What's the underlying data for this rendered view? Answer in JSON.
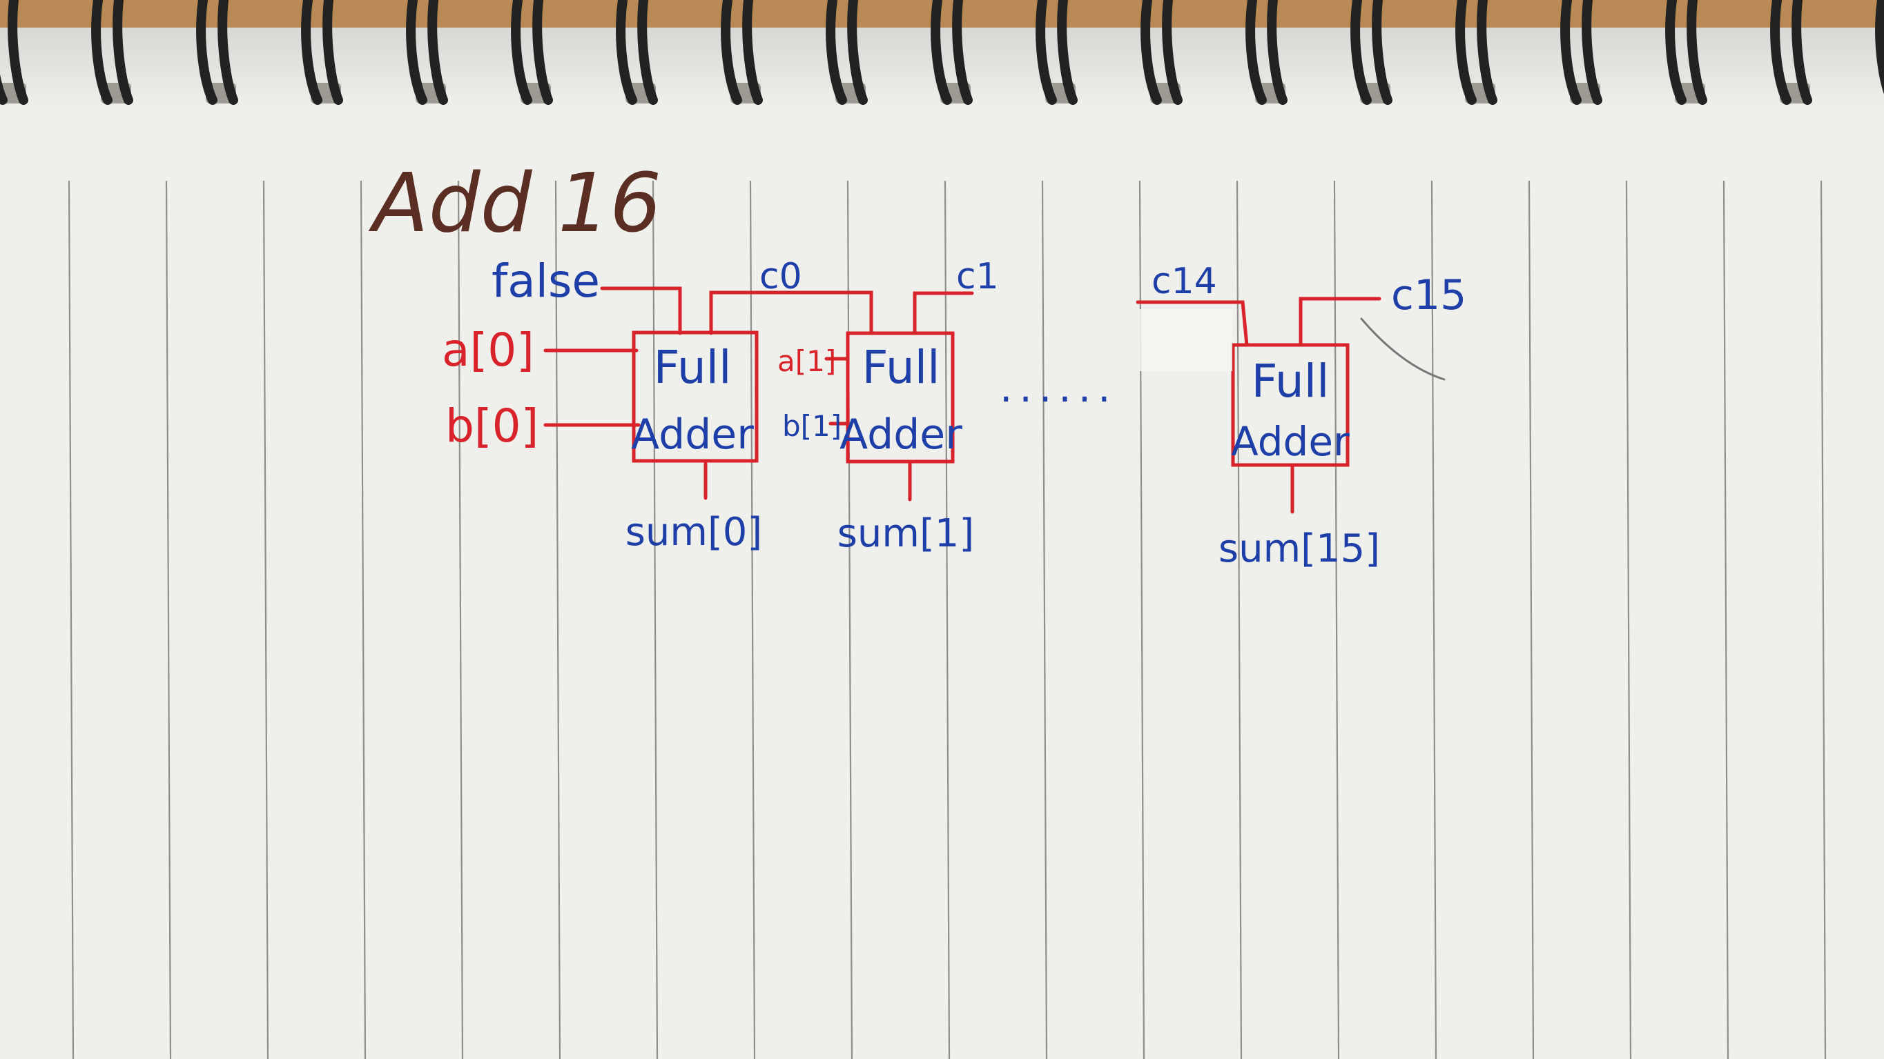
{
  "title": "Add 16",
  "colors": {
    "paper": "#efefec",
    "rule": "#8e8e8a",
    "wire": "#d8232a",
    "text_blue": "#1f3fa8",
    "text_red": "#d8232a",
    "title": "#5a2e22",
    "wood": "#b98a55",
    "ring": "#222222"
  },
  "signals": {
    "carry_in": "false",
    "a0": "a[0]",
    "b0": "b[0]",
    "a1": "a[1]",
    "b1": "b[1]",
    "c0": "c0",
    "c1": "c1",
    "c14": "c14",
    "c15": "c15",
    "ellipsis": "......"
  },
  "adders": [
    {
      "line1": "Full",
      "line2": "Adder",
      "sum": "sum[0]"
    },
    {
      "line1": "Full",
      "line2": "Adder",
      "sum": "sum[1]"
    },
    {
      "line1": "Full",
      "line2": "Adder",
      "sum": "sum[15]"
    }
  ]
}
